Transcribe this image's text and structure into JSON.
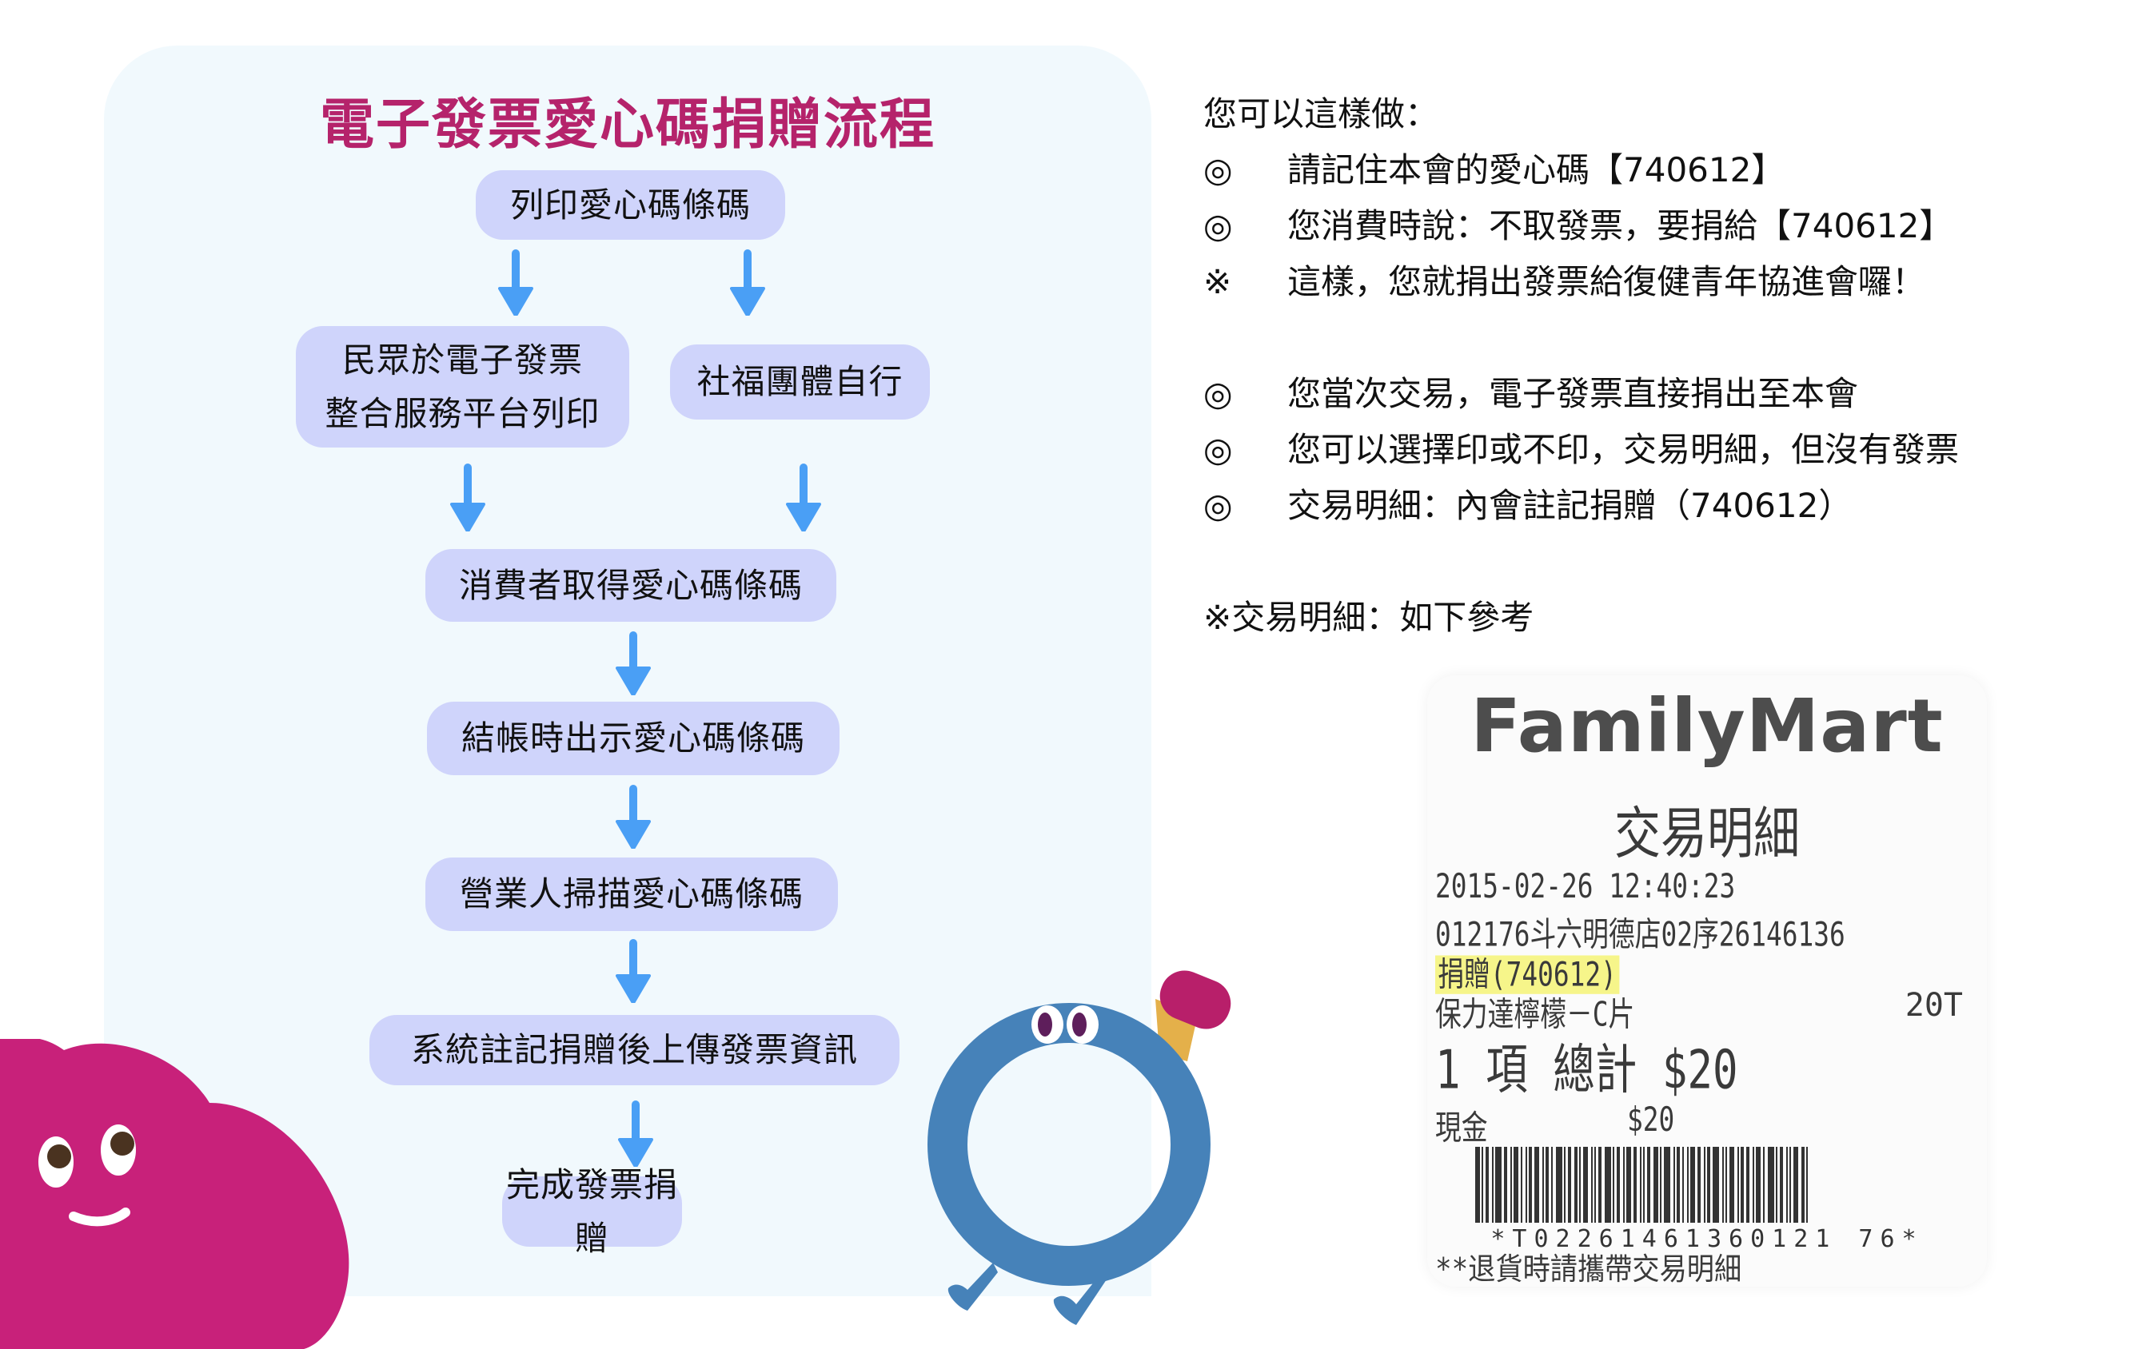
{
  "flowchart": {
    "title": "電子發票愛心碼捐贈流程",
    "steps": [
      {
        "label": "列印愛心碼條碼"
      },
      {
        "line1": "民眾於電子發票",
        "line2": "整合服務平台列印"
      },
      {
        "label": "社福團體自行"
      },
      {
        "label": "消費者取得愛心碼條碼"
      },
      {
        "label": "結帳時出示愛心碼條碼"
      },
      {
        "label": "營業人掃描愛心碼條碼"
      },
      {
        "label": "系統註記捐贈後上傳發票資訊"
      },
      {
        "label": "完成發票捐贈"
      }
    ],
    "arrow_color": "#4a9ff5",
    "box_color": "#cfd4fb",
    "title_color": "#b5236b"
  },
  "instructions": {
    "heading": "您可以這樣做：",
    "items": [
      {
        "mark": "◎",
        "text": "請記住本會的愛心碼【740612】"
      },
      {
        "mark": "◎",
        "text": "您消費時說：不取發票，要捐給【740612】"
      },
      {
        "mark": "※",
        "text": "這樣，您就捐出發票給復健青年協進會囉！"
      }
    ],
    "items2": [
      {
        "mark": "◎",
        "text": "您當次交易，電子發票直接捐出至本會"
      },
      {
        "mark": "◎",
        "text": "您可以選擇印或不印，交易明細，但沒有發票"
      },
      {
        "mark": "◎",
        "text": "交易明細：內會註記捐贈（740612）"
      }
    ],
    "note": "※交易明細：如下參考"
  },
  "receipt": {
    "brand": "FamilyMart",
    "title": "交易明細",
    "datetime": "2015-02-26  12:40:23",
    "store_line": "012176斗六明德店02序26146136",
    "donation": "捐贈(740612)",
    "item_name": "保力達檸檬－C片",
    "item_price": "20T",
    "total": "1 項  總計 $20",
    "cash_label": "現金",
    "cash_value": "$20",
    "barcode_text": "*T02261461360121 76*",
    "footer": "**退貨時請攜帶交易明細"
  },
  "mascots": {
    "cloud_color": "#c8217a",
    "ring_color": "#4682b9",
    "pencil_eraser_color": "#b81f6a",
    "pencil_body_color": "#e4b04a"
  }
}
